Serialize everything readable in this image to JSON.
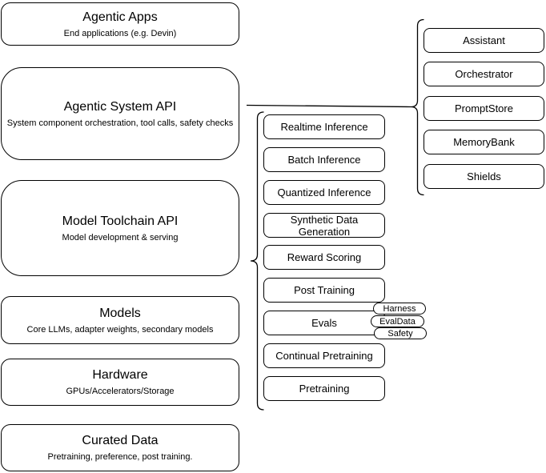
{
  "diagram": {
    "left_column": [
      {
        "title": "Agentic Apps",
        "subtitle": "End applications (e.g. Devin)"
      },
      {
        "title": "Agentic System API",
        "subtitle": "System component orchestration, tool calls, safety checks"
      },
      {
        "title": "Model Toolchain API",
        "subtitle": "Model development & serving"
      },
      {
        "title": "Models",
        "subtitle": "Core LLMs, adapter weights, secondary models"
      },
      {
        "title": "Hardware",
        "subtitle": "GPUs/Accelerators/Storage"
      },
      {
        "title": "Curated Data",
        "subtitle": "Pretraining, preference, post training."
      }
    ],
    "toolchain_services": [
      "Realtime Inference",
      "Batch Inference",
      "Quantized Inference",
      "Synthetic Data Generation",
      "Reward Scoring",
      "Post Training",
      "Evals",
      "Continual Pretraining",
      "Pretraining"
    ],
    "evals_tags": [
      "Harness",
      "EvalData",
      "Safety"
    ],
    "system_components": [
      "Assistant",
      "Orchestrator",
      "PromptStore",
      "MemoryBank",
      "Shields"
    ],
    "colors": {
      "stroke": "#000000",
      "fill": "#ffffff",
      "text": "#000000",
      "background": "#ffffff"
    }
  }
}
